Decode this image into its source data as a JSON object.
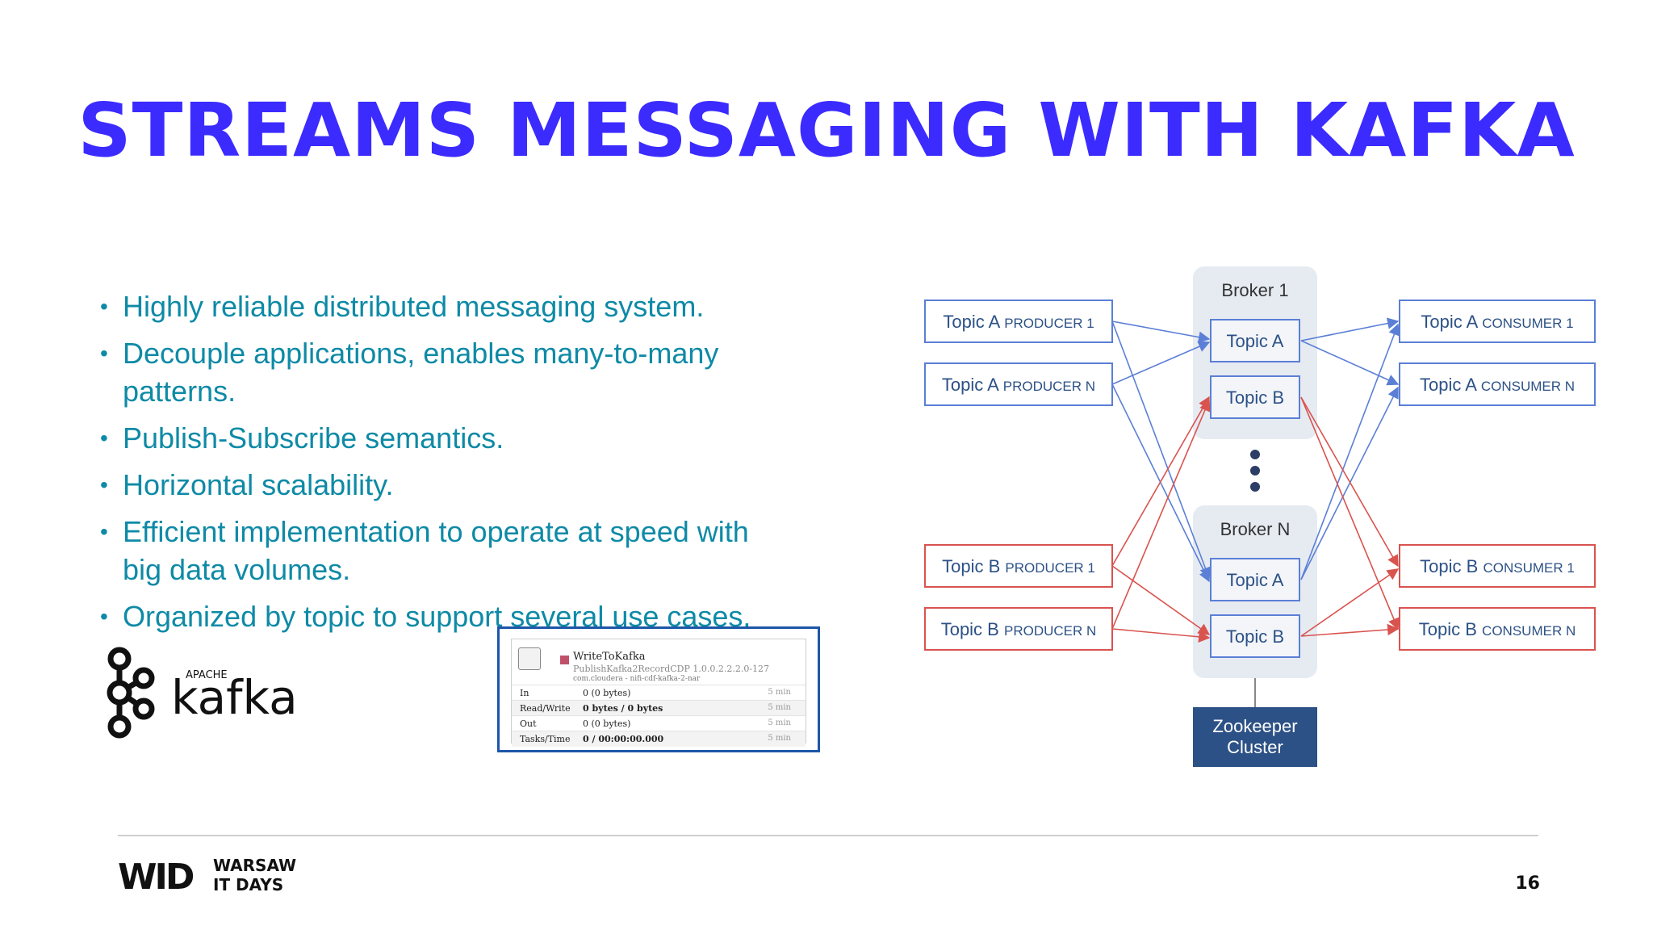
{
  "title": "STREAMS MESSAGING WITH KAFKA",
  "bullets": [
    "Highly reliable distributed messaging system.",
    "Decouple applications, enables many-to-many patterns.",
    "Publish-Subscribe semantics.",
    "Horizontal scalability.",
    "Efficient implementation to operate at speed with big data volumes.",
    "Organized by topic to support several use cases."
  ],
  "kafka_logo": {
    "apache": "APACHE",
    "name": "kafka"
  },
  "nifi_card": {
    "name": "WriteToKafka",
    "type": "PublishKafka2RecordCDP 1.0.0.2.2.2.0-127",
    "bundle": "com.cloudera - nifi-cdf-kafka-2-nar",
    "rows": [
      {
        "label": "In",
        "value": "0 (0 bytes)",
        "time": "5 min"
      },
      {
        "label": "Read/Write",
        "value": "0 bytes / 0 bytes",
        "time": "5 min"
      },
      {
        "label": "Out",
        "value": "0 (0 bytes)",
        "time": "5 min"
      },
      {
        "label": "Tasks/Time",
        "value": "0 / 00:00:00.000",
        "time": "5 min"
      }
    ]
  },
  "diagram": {
    "broker1": "Broker 1",
    "brokerN": "Broker N",
    "topic_a": "Topic A",
    "topic_b": "Topic B",
    "topic_a_prefix": "Topic A",
    "topic_b_prefix": "Topic B",
    "producer1": "PRODUCER 1",
    "producerN": "PRODUCER N",
    "consumer1": "CONSUMER 1",
    "consumerN": "CONSUMER N",
    "zookeeper_line1": "Zookeeper",
    "zookeeper_line2": "Cluster",
    "colors": {
      "topic_a": "#5b7fd6",
      "topic_b": "#d9534f",
      "zookeeper": "#2c5186",
      "broker_bg": "#e6ebf2"
    }
  },
  "footer": {
    "logo_mark": "WID",
    "org_line1": "WARSAW",
    "org_line2": "IT DAYS",
    "page_number": "16"
  }
}
